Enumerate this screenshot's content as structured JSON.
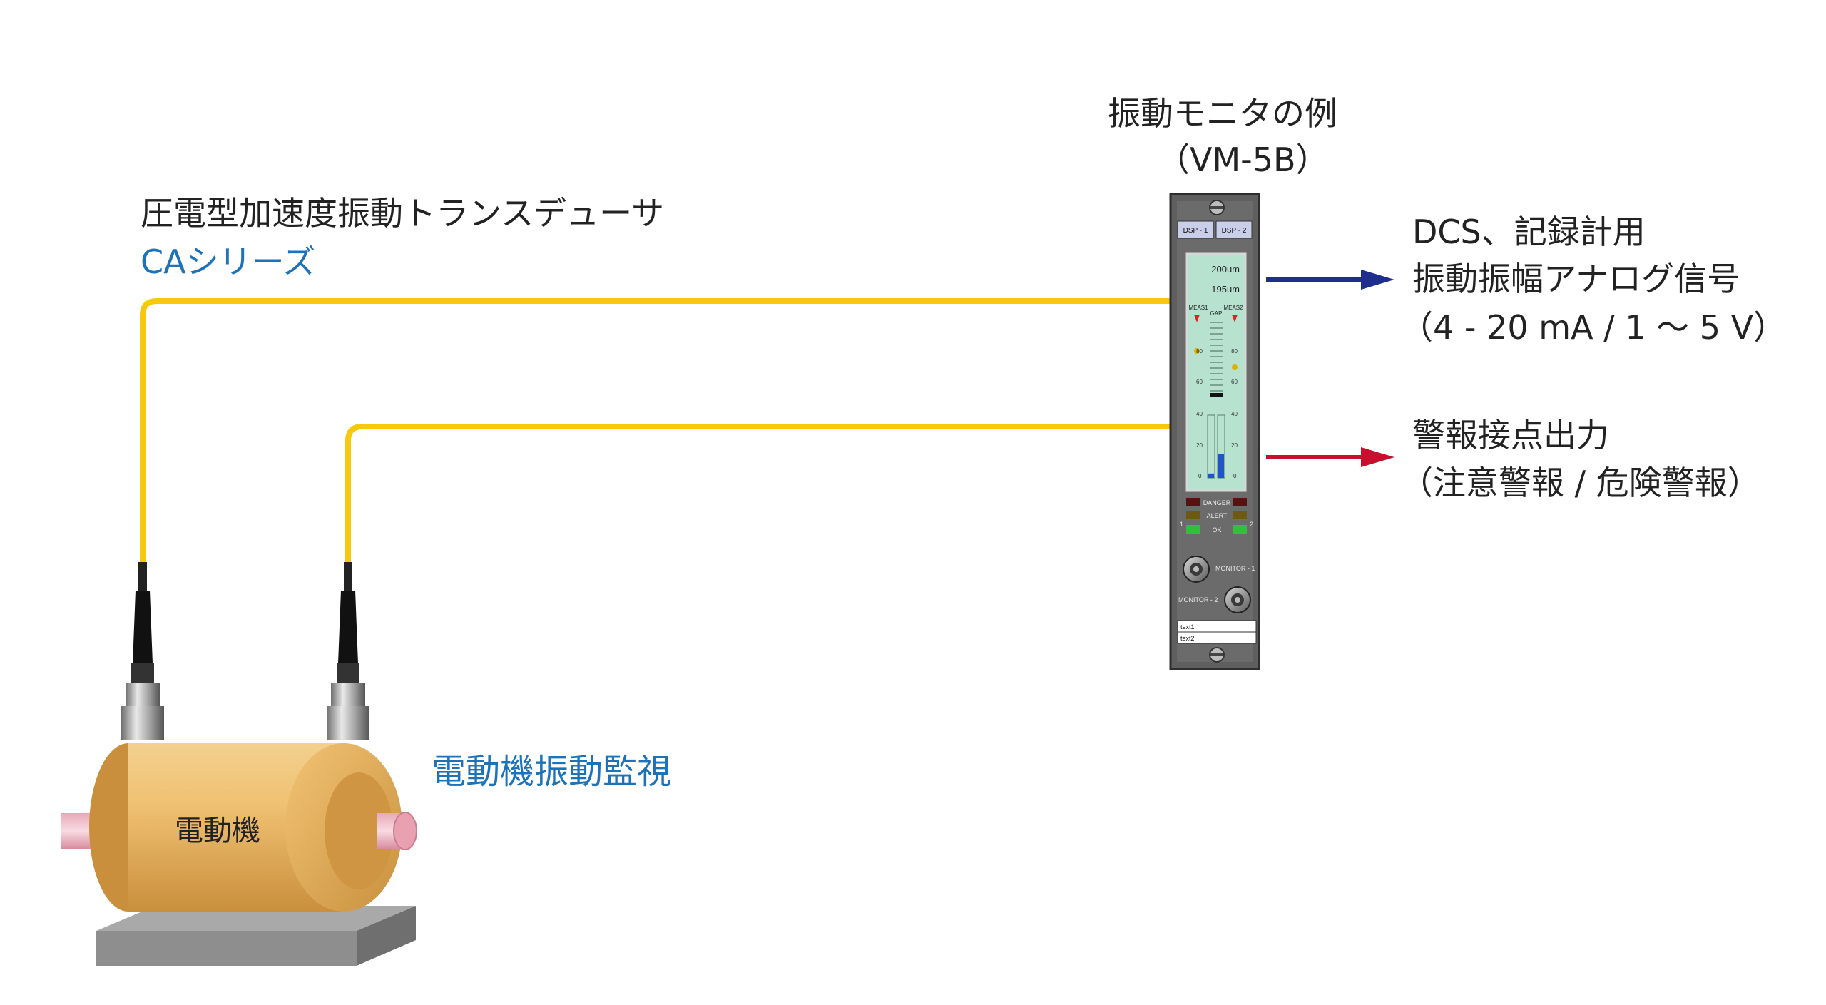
{
  "colors": {
    "cable": "#f6c90e",
    "arrow_analog": "#1f2e8c",
    "arrow_alarm": "#c8102e",
    "label_blue": "#1e73b8",
    "motor_body": "#e6b25e",
    "base": "#8e8e8e"
  },
  "monitor_label": {
    "line1": "振動モニタの例",
    "line2": "（VM-5B）"
  },
  "transducer_label": {
    "line1": "圧電型加速度振動トランスデューサ",
    "line2": "CAシリーズ"
  },
  "analog_output": {
    "line1": "DCS、記録計用",
    "line2": "振動振幅アナログ信号",
    "line3": "（4 - 20 mA / 1 ～ 5 V）"
  },
  "alarm_output": {
    "line1": "警報接点出力",
    "line2": "（注意警報 / 危険警報）"
  },
  "motor": {
    "label": "電動機",
    "caption": "電動機振動監視"
  },
  "panel": {
    "dsp1": "DSP - 1",
    "dsp2": "DSP - 2",
    "reading1": "200um",
    "reading2": "195um",
    "meas1": "MEAS1",
    "meas2": "MEAS2",
    "gap": "GAP",
    "bar_ticks": [
      "80",
      "60",
      "40",
      "20",
      "0"
    ],
    "bar_level_ch1": 0.07,
    "bar_level_ch2": 0.38,
    "danger": "DANGER",
    "alert": "ALERT",
    "ok": "OK",
    "ch1": "1",
    "ch2": "2",
    "monitor1": "MONITOR - 1",
    "monitor2": "MONITOR - 2",
    "tag1": "text1",
    "tag2": "text2"
  }
}
